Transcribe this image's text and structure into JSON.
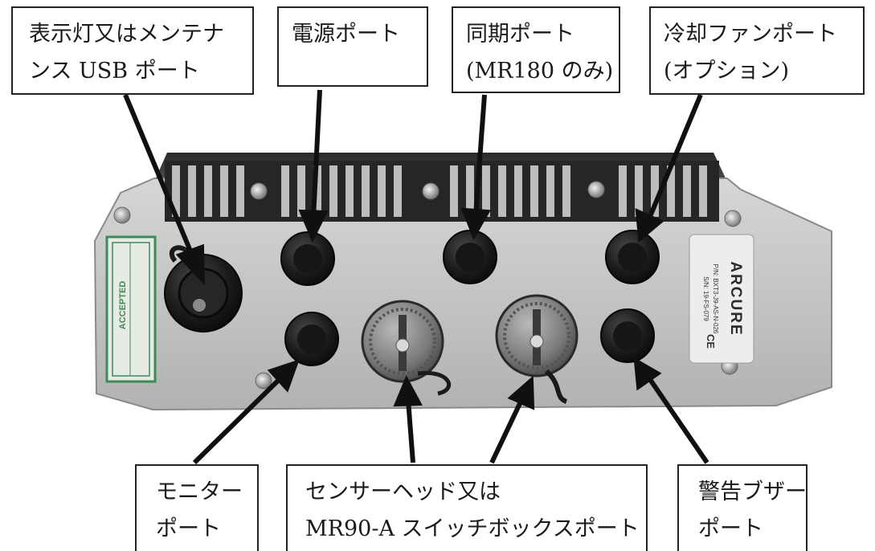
{
  "labels": {
    "indicator_usb": [
      "表示灯又はメンテナ",
      "ンス USB ポート"
    ],
    "power": [
      "電源ポート"
    ],
    "sync": [
      "同期ポート",
      "(MR180 のみ)"
    ],
    "fan": [
      "冷却ファンポート",
      "(オプション)"
    ],
    "monitor": [
      "モニター",
      "ポート"
    ],
    "sensor": [
      "センサーヘッド又は",
      "MR90-A スイッチボックスポート"
    ],
    "buzzer": [
      "警告ブザー",
      "ポート"
    ]
  },
  "device": {
    "brand": "ARCURE",
    "label_lines": [
      "P/N: BXT3-J9-AS-N-026",
      "S/N: 19-FS-079"
    ],
    "ce_mark": "CE",
    "sticker": [
      "ACCEPTED"
    ]
  },
  "colors": {
    "arrow": "#101010",
    "housing": "#c9c9c7",
    "sticker_green": "#3f8a56"
  }
}
